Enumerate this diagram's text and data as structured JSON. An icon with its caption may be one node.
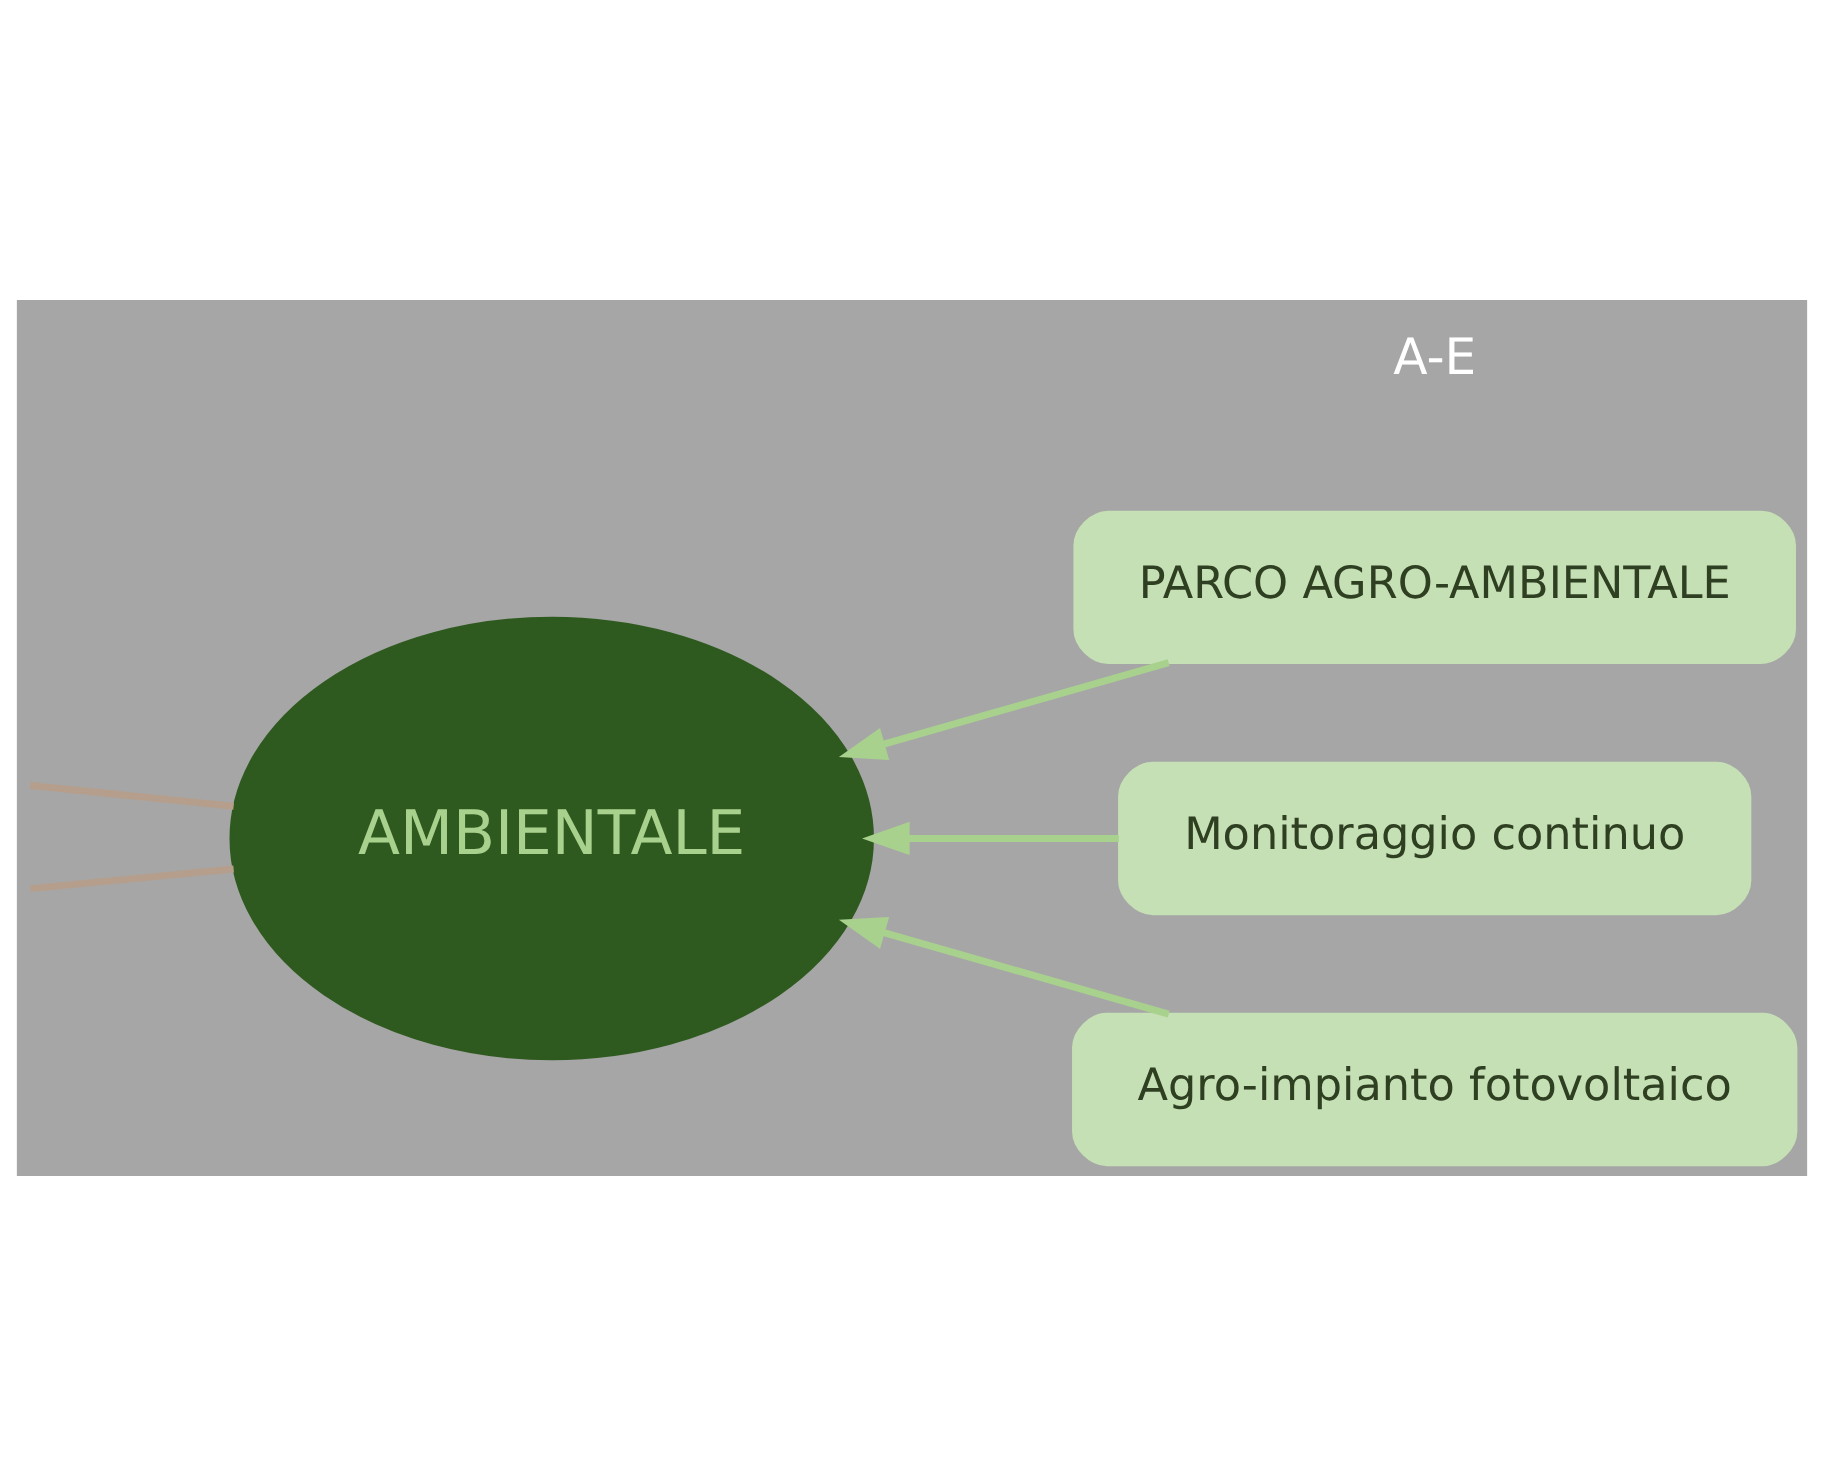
{
  "diagram": {
    "nodes": [
      {
        "text": [
          "AMBIENTALE"
        ]
      },
      {
        "text": [
          "PARCO AGRO-AMBIENTALE"
        ]
      },
      {
        "text": [
          "Monitoraggio continuo"
        ]
      },
      {
        "text": [
          "Agro-impianto fotovoltaico"
        ]
      }
    ],
    "edges": [
      {
        "from": 1,
        "to": 0,
        "arrow": "to"
      },
      {
        "from": 2,
        "to": 0,
        "arrow": "to"
      },
      {
        "from": 3,
        "to": 0,
        "arrow": "to"
      },
      {
        "from": 0,
        "to": null,
        "arrow": "none",
        "color": "#b59f8c"
      },
      {
        "from": 0,
        "to": null,
        "arrow": "none",
        "color": "#b59f8c"
      }
    ],
    "labels": [
      "A-E"
    ]
  }
}
